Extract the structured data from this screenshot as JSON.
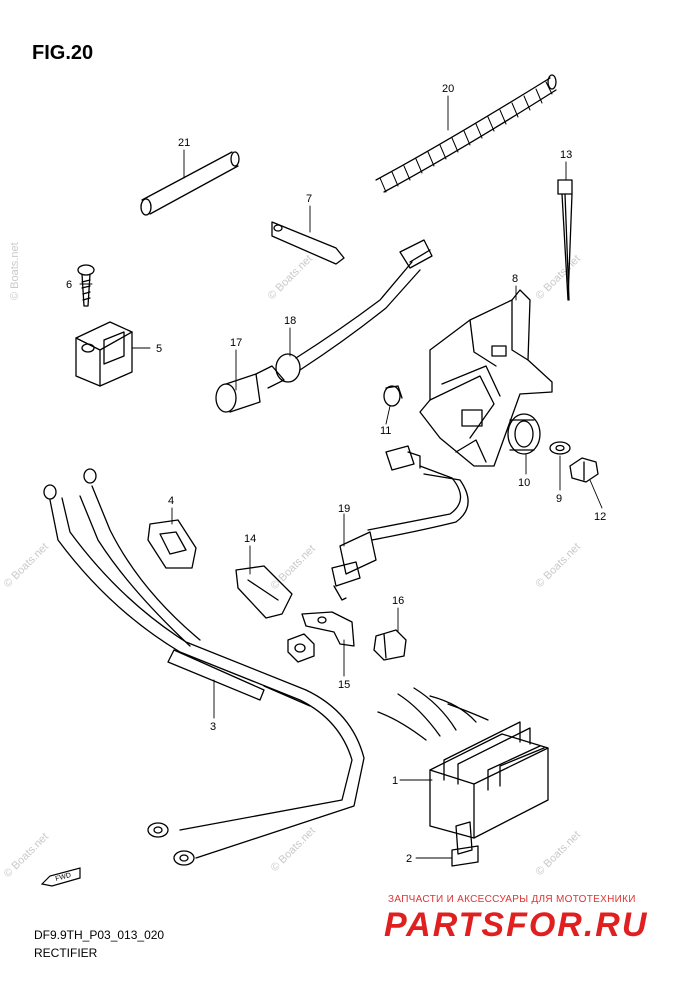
{
  "figure": {
    "title": "FIG.20",
    "code": "DF9.9TH_P03_013_020",
    "subtitle": "RECTIFIER"
  },
  "watermark": "© Boats.net",
  "fwd_label": "FWD",
  "shop": {
    "line": "ЗАПЧАСТИ И АКСЕССУАРЫ ДЛЯ МОТОТЕХНИКИ",
    "logo": "PARTSFOR.RU"
  },
  "parts": [
    {
      "ref": "1"
    },
    {
      "ref": "2"
    },
    {
      "ref": "3"
    },
    {
      "ref": "4"
    },
    {
      "ref": "5"
    },
    {
      "ref": "6"
    },
    {
      "ref": "7"
    },
    {
      "ref": "8"
    },
    {
      "ref": "9"
    },
    {
      "ref": "10"
    },
    {
      "ref": "11"
    },
    {
      "ref": "12"
    },
    {
      "ref": "13"
    },
    {
      "ref": "14"
    },
    {
      "ref": "15"
    },
    {
      "ref": "16"
    },
    {
      "ref": "17"
    },
    {
      "ref": "18"
    },
    {
      "ref": "19"
    },
    {
      "ref": "20"
    },
    {
      "ref": "21"
    }
  ],
  "colors": {
    "line": "#000000",
    "watermark": "#c9c9c9",
    "shop_red": "#e02020"
  }
}
